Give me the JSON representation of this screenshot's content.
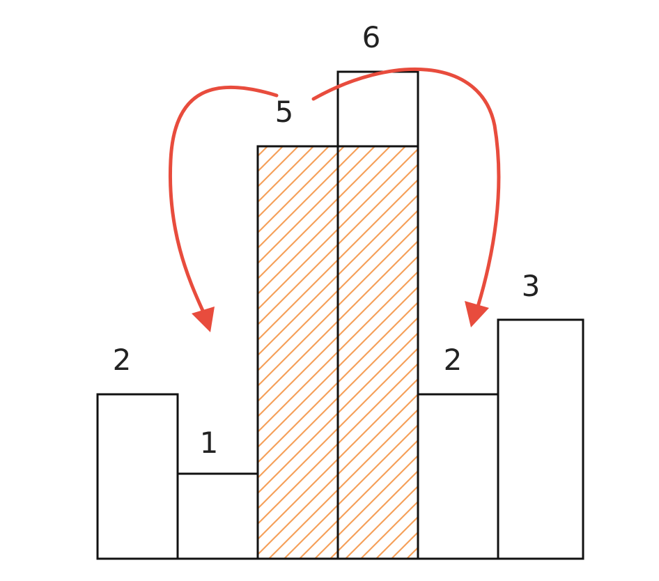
{
  "heights": [
    2,
    1,
    5,
    6,
    2,
    3
  ],
  "labels": [
    "2",
    "1",
    "5",
    "6",
    "2",
    "3"
  ],
  "colors": {
    "outline": "#111111",
    "hatch": "#f5a05a",
    "arrow": "#e84c3d",
    "label": "#222222"
  }
}
